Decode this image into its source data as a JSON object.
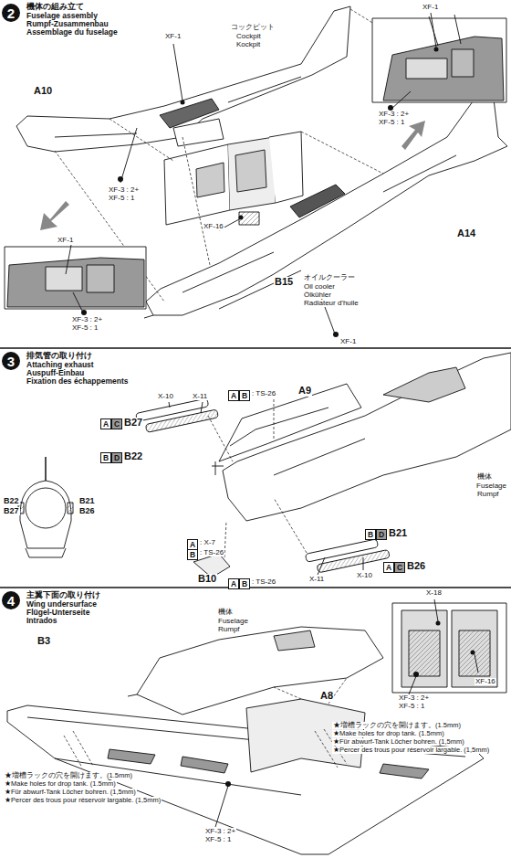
{
  "diagram": {
    "nodes": [
      {
        "text": [
          "2"
        ]
      },
      {
        "text": [
          "3"
        ]
      },
      {
        "text": [
          "4"
        ]
      },
      {
        "text": [
          "A"
        ]
      },
      {
        "text": [
          "C"
        ]
      },
      {
        "text": [
          "B"
        ]
      },
      {
        "text": [
          "D"
        ]
      },
      {
        "text": [
          "A"
        ]
      },
      {
        "text": [
          "B"
        ]
      },
      {
        "text": [
          "A"
        ]
      },
      {
        "text": [
          "B"
        ]
      },
      {
        "text": [
          "A"
        ]
      },
      {
        "text": [
          "B"
        ]
      },
      {
        "text": [
          "B"
        ]
      },
      {
        "text": [
          "D"
        ]
      },
      {
        "text": [
          "A"
        ]
      },
      {
        "text": [
          "C"
        ]
      }
    ],
    "edges": [],
    "labels": [
      "機体の組み立て",
      "Fuselage assembly",
      "Rumpf-Zusammenbau",
      "Assemblage du fuselage",
      "XF-1",
      "A10",
      "XF-3 : 2+",
      "XF-5 : 1",
      "コックピット",
      "Cockpit",
      "Kockpit",
      "XF-16",
      "XF-1",
      "XF-3 : 2+",
      "XF-5 : 1",
      "XF-1",
      "XF-3 : 2+",
      "XF-5 : 1",
      "A14",
      "B15",
      "オイルクーラー",
      "Oil cooler",
      "Ölkühler",
      "Radiateur d'huile",
      "XF-1",
      "排気管の取り付け",
      "Attaching exhaust",
      "Auspuff-Einbau",
      "Fixation des échappements",
      "X-10",
      "X-11",
      "B27",
      "B22",
      ": TS-26",
      "A9",
      "B22",
      "B27",
      "B21",
      "B26",
      ": X-7",
      ": TS-26",
      "B10",
      ": TS-26",
      "機体",
      "Fuselage",
      "Rumpf",
      "B21",
      "X-11",
      "X-10",
      "B26",
      "主翼下面の取り付け",
      "Wing undersurface",
      "Flügel-Unterseite",
      "Intrados",
      "機体",
      "Fuselage",
      "Rumpf",
      "B3",
      "A8",
      "X-18",
      "XF-16",
      "XF-3 : 2+",
      "XF-5 : 1",
      "★増槽ラックの穴を開けます。(1.5mm)",
      "★Make holes for drop tank. (1.5mm)",
      "★Für abwurf-Tank Löcher bohren. (1,5mm)",
      "★Percer des trous pour réservoir largable. (1,5mm)",
      "★増槽ラックの穴を開けます。(1.5mm)",
      "★Make holes for drop tank. (1.5mm)",
      "★Für abwurf-Tank Löcher bohren. (1,5mm)",
      "★Percer des trous pour réservoir largable. (1,5mm)",
      "XF-3 : 2+",
      "XF-5 : 1"
    ]
  }
}
